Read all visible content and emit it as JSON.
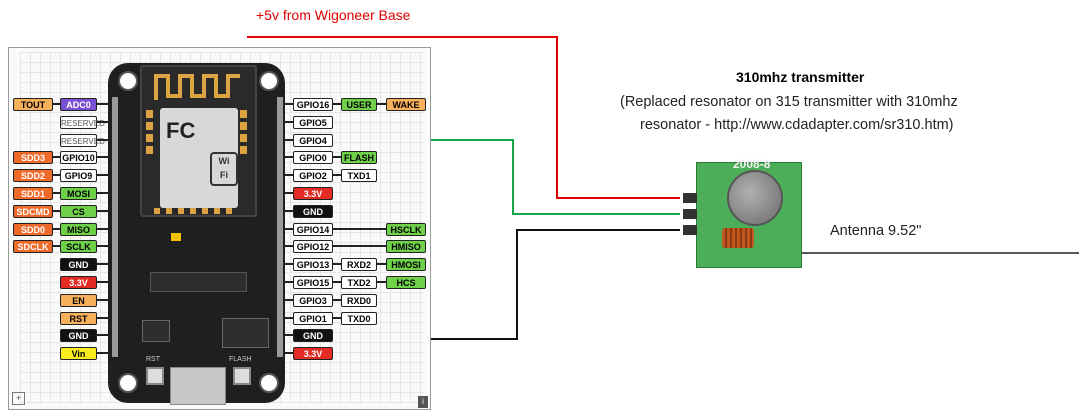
{
  "top_label": "+5v from Wigoneer Base",
  "transmitter": {
    "title": "310mhz transmitter",
    "note_line1": "(Replaced resonator on 315 transmitter with 310mhz",
    "note_line2": "resonator - http://www.cdadapter.com/sr310.htm)",
    "antenna_label": "Antenna 9.52\"",
    "module_label": "2008-8"
  },
  "board": {
    "buttons": {
      "rst": "RST",
      "flash": "FLASH"
    },
    "left_pins": [
      {
        "outer": "TOUT",
        "inner": "ADC0",
        "outer_style": "orange",
        "inner_style": "purple"
      },
      {
        "outer": "",
        "inner": "RESERVED",
        "outer_style": "",
        "inner_style": "gray"
      },
      {
        "outer": "",
        "inner": "RESERVED",
        "outer_style": "",
        "inner_style": "gray"
      },
      {
        "outer": "SDD3",
        "inner": "GPIO10",
        "outer_style": "red-or",
        "inner_style": "white"
      },
      {
        "outer": "SDD2",
        "inner": "GPIO9",
        "outer_style": "red-or",
        "inner_style": "white"
      },
      {
        "outer": "SDD1",
        "inner": "MOSI",
        "outer_style": "red-or",
        "inner_style": "green"
      },
      {
        "outer": "SDCMD",
        "inner": "CS",
        "outer_style": "red-or",
        "inner_style": "green"
      },
      {
        "outer": "SDD0",
        "inner": "MISO",
        "outer_style": "red-or",
        "inner_style": "green"
      },
      {
        "outer": "SDCLK",
        "inner": "SCLK",
        "outer_style": "red-or",
        "inner_style": "green"
      },
      {
        "outer": "",
        "inner": "GND",
        "outer_style": "",
        "inner_style": "black"
      },
      {
        "outer": "",
        "inner": "3.3V",
        "outer_style": "",
        "inner_style": "red"
      },
      {
        "outer": "",
        "inner": "EN",
        "outer_style": "",
        "inner_style": "orange"
      },
      {
        "outer": "",
        "inner": "RST",
        "outer_style": "",
        "inner_style": "orange"
      },
      {
        "outer": "",
        "inner": "GND",
        "outer_style": "",
        "inner_style": "black"
      },
      {
        "outer": "",
        "inner": "Vin",
        "outer_style": "",
        "inner_style": "yel"
      }
    ],
    "right_pins": [
      {
        "gpio": "GPIO16",
        "a": "USER",
        "b": "WAKE",
        "a_style": "green",
        "b_style": "orange"
      },
      {
        "gpio": "GPIO5",
        "a": "",
        "b": "",
        "a_style": "",
        "b_style": ""
      },
      {
        "gpio": "GPIO4",
        "a": "",
        "b": "",
        "a_style": "",
        "b_style": ""
      },
      {
        "gpio": "GPIO0",
        "a": "FLASH",
        "b": "",
        "a_style": "green",
        "b_style": ""
      },
      {
        "gpio": "GPIO2",
        "a": "TXD1",
        "b": "",
        "a_style": "white",
        "b_style": ""
      },
      {
        "gpio": "3.3V",
        "a": "",
        "b": "",
        "a_style": "",
        "b_style": "",
        "gpio_style": "red"
      },
      {
        "gpio": "GND",
        "a": "",
        "b": "",
        "a_style": "",
        "b_style": "",
        "gpio_style": "black"
      },
      {
        "gpio": "GPIO14",
        "a": "",
        "b": "HSCLK",
        "a_style": "",
        "b_style": "green"
      },
      {
        "gpio": "GPIO12",
        "a": "",
        "b": "HMISO",
        "a_style": "",
        "b_style": "green"
      },
      {
        "gpio": "GPIO13",
        "a": "RXD2",
        "b": "HMOSI",
        "a_style": "white",
        "b_style": "green"
      },
      {
        "gpio": "GPIO15",
        "a": "TXD2",
        "b": "HCS",
        "a_style": "white",
        "b_style": "green"
      },
      {
        "gpio": "GPIO3",
        "a": "RXD0",
        "b": "",
        "a_style": "white",
        "b_style": ""
      },
      {
        "gpio": "GPIO1",
        "a": "TXD0",
        "b": "",
        "a_style": "white",
        "b_style": ""
      },
      {
        "gpio": "GND",
        "a": "",
        "b": "",
        "a_style": "",
        "b_style": "",
        "gpio_style": "black"
      },
      {
        "gpio": "3.3V",
        "a": "",
        "b": "",
        "a_style": "",
        "b_style": "",
        "gpio_style": "red"
      }
    ]
  },
  "colors": {
    "wire_red": "#e00000",
    "wire_green": "#1aa54a",
    "wire_black": "#111111",
    "board_bg": "#1f1f1f",
    "module_green": "#4cae58"
  }
}
